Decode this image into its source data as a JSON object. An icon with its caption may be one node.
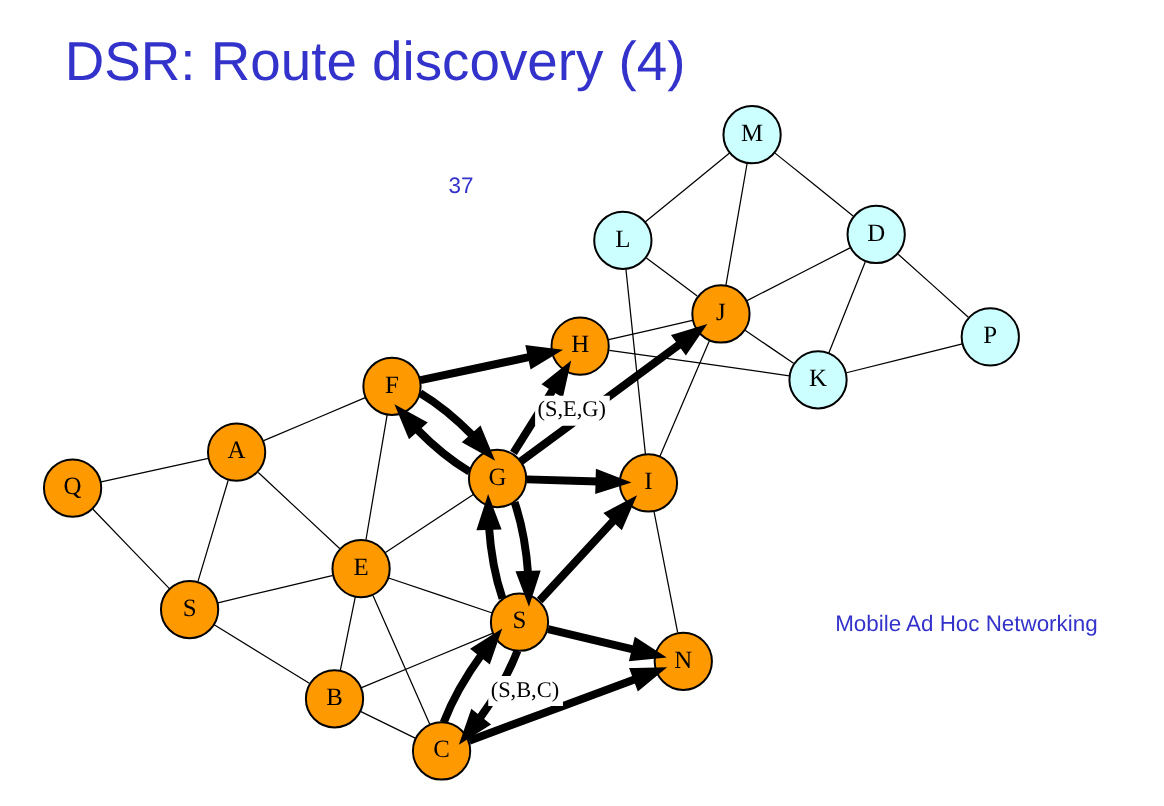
{
  "diagram": {
    "title": "DSR: Route discovery (4)",
    "nodes": [
      {
        "text": [
          "Q"
        ]
      },
      {
        "text": [
          "A"
        ]
      },
      {
        "text": [
          "F"
        ]
      },
      {
        "text": [
          "H"
        ]
      },
      {
        "text": [
          "K"
        ]
      },
      {
        "text": [
          "S"
        ]
      },
      {
        "text": [
          "E"
        ]
      },
      {
        "text": [
          "G"
        ]
      },
      {
        "text": [
          "J"
        ]
      },
      {
        "text": [
          "D"
        ]
      },
      {
        "text": [
          "P"
        ]
      },
      {
        "text": [
          "B"
        ]
      },
      {
        "text": [
          "S"
        ]
      },
      {
        "text": [
          "I"
        ]
      },
      {
        "text": [
          "M"
        ]
      },
      {
        "text": [
          "C"
        ]
      },
      {
        "text": [
          "N"
        ]
      },
      {
        "text": [
          "L"
        ]
      }
    ],
    "edges": [
      {
        "from": 0,
        "to": 1,
        "arrow": "none"
      },
      {
        "from": 0,
        "to": 5,
        "arrow": "none"
      },
      {
        "from": 1,
        "to": 5,
        "arrow": "none"
      },
      {
        "from": 1,
        "to": 2,
        "arrow": "none"
      },
      {
        "from": 1,
        "to": 6,
        "arrow": "none"
      },
      {
        "from": 5,
        "to": 6,
        "arrow": "none"
      },
      {
        "from": 5,
        "to": 11,
        "arrow": "none"
      },
      {
        "from": 2,
        "to": 6,
        "arrow": "none"
      },
      {
        "from": 6,
        "to": 11,
        "arrow": "none"
      },
      {
        "from": 6,
        "to": 7,
        "arrow": "none"
      },
      {
        "from": 6,
        "to": 12,
        "arrow": "none"
      },
      {
        "from": 6,
        "to": 15,
        "arrow": "none"
      },
      {
        "from": 11,
        "to": 12,
        "arrow": "none"
      },
      {
        "from": 11,
        "to": 15,
        "arrow": "none"
      },
      {
        "from": 3,
        "to": 4,
        "arrow": "none"
      },
      {
        "from": 3,
        "to": 8,
        "arrow": "none"
      },
      {
        "from": 4,
        "to": 8,
        "arrow": "none"
      },
      {
        "from": 4,
        "to": 9,
        "arrow": "none"
      },
      {
        "from": 4,
        "to": 10,
        "arrow": "none"
      },
      {
        "from": 9,
        "to": 10,
        "arrow": "none"
      },
      {
        "from": 8,
        "to": 9,
        "arrow": "none"
      },
      {
        "from": 9,
        "to": 14,
        "arrow": "none"
      },
      {
        "from": 8,
        "to": 14,
        "arrow": "none"
      },
      {
        "from": 8,
        "to": 17,
        "arrow": "none"
      },
      {
        "from": 8,
        "to": 13,
        "arrow": "none"
      },
      {
        "from": 14,
        "to": 17,
        "arrow": "none"
      },
      {
        "from": 13,
        "to": 17,
        "arrow": "none"
      },
      {
        "from": 13,
        "to": 16,
        "arrow": "none"
      },
      {
        "from": 2,
        "to": 3,
        "arrow": "to",
        "style": "thick"
      },
      {
        "from": 7,
        "to": 2,
        "arrow": "to",
        "style": "thick"
      },
      {
        "from": 2,
        "to": 7,
        "arrow": "to",
        "style": "thick"
      },
      {
        "from": 7,
        "to": 3,
        "arrow": "to",
        "style": "thick"
      },
      {
        "from": 7,
        "to": 8,
        "arrow": "to",
        "style": "thick",
        "label": "(S,E,G)"
      },
      {
        "from": 7,
        "to": 13,
        "arrow": "to",
        "style": "thick"
      },
      {
        "from": 12,
        "to": 7,
        "arrow": "to",
        "style": "thick"
      },
      {
        "from": 7,
        "to": 12,
        "arrow": "to",
        "style": "thick"
      },
      {
        "from": 12,
        "to": 13,
        "arrow": "to",
        "style": "thick"
      },
      {
        "from": 12,
        "to": 16,
        "arrow": "to",
        "style": "thick"
      },
      {
        "from": 12,
        "to": 15,
        "arrow": "to",
        "style": "thick"
      },
      {
        "from": 15,
        "to": 12,
        "arrow": "to",
        "style": "thick"
      },
      {
        "from": 15,
        "to": 16,
        "arrow": "to",
        "style": "thick",
        "label": "(S,B,C)"
      }
    ],
    "labels": [
      "Mobile Ad Hoc Networking",
      "37"
    ]
  }
}
